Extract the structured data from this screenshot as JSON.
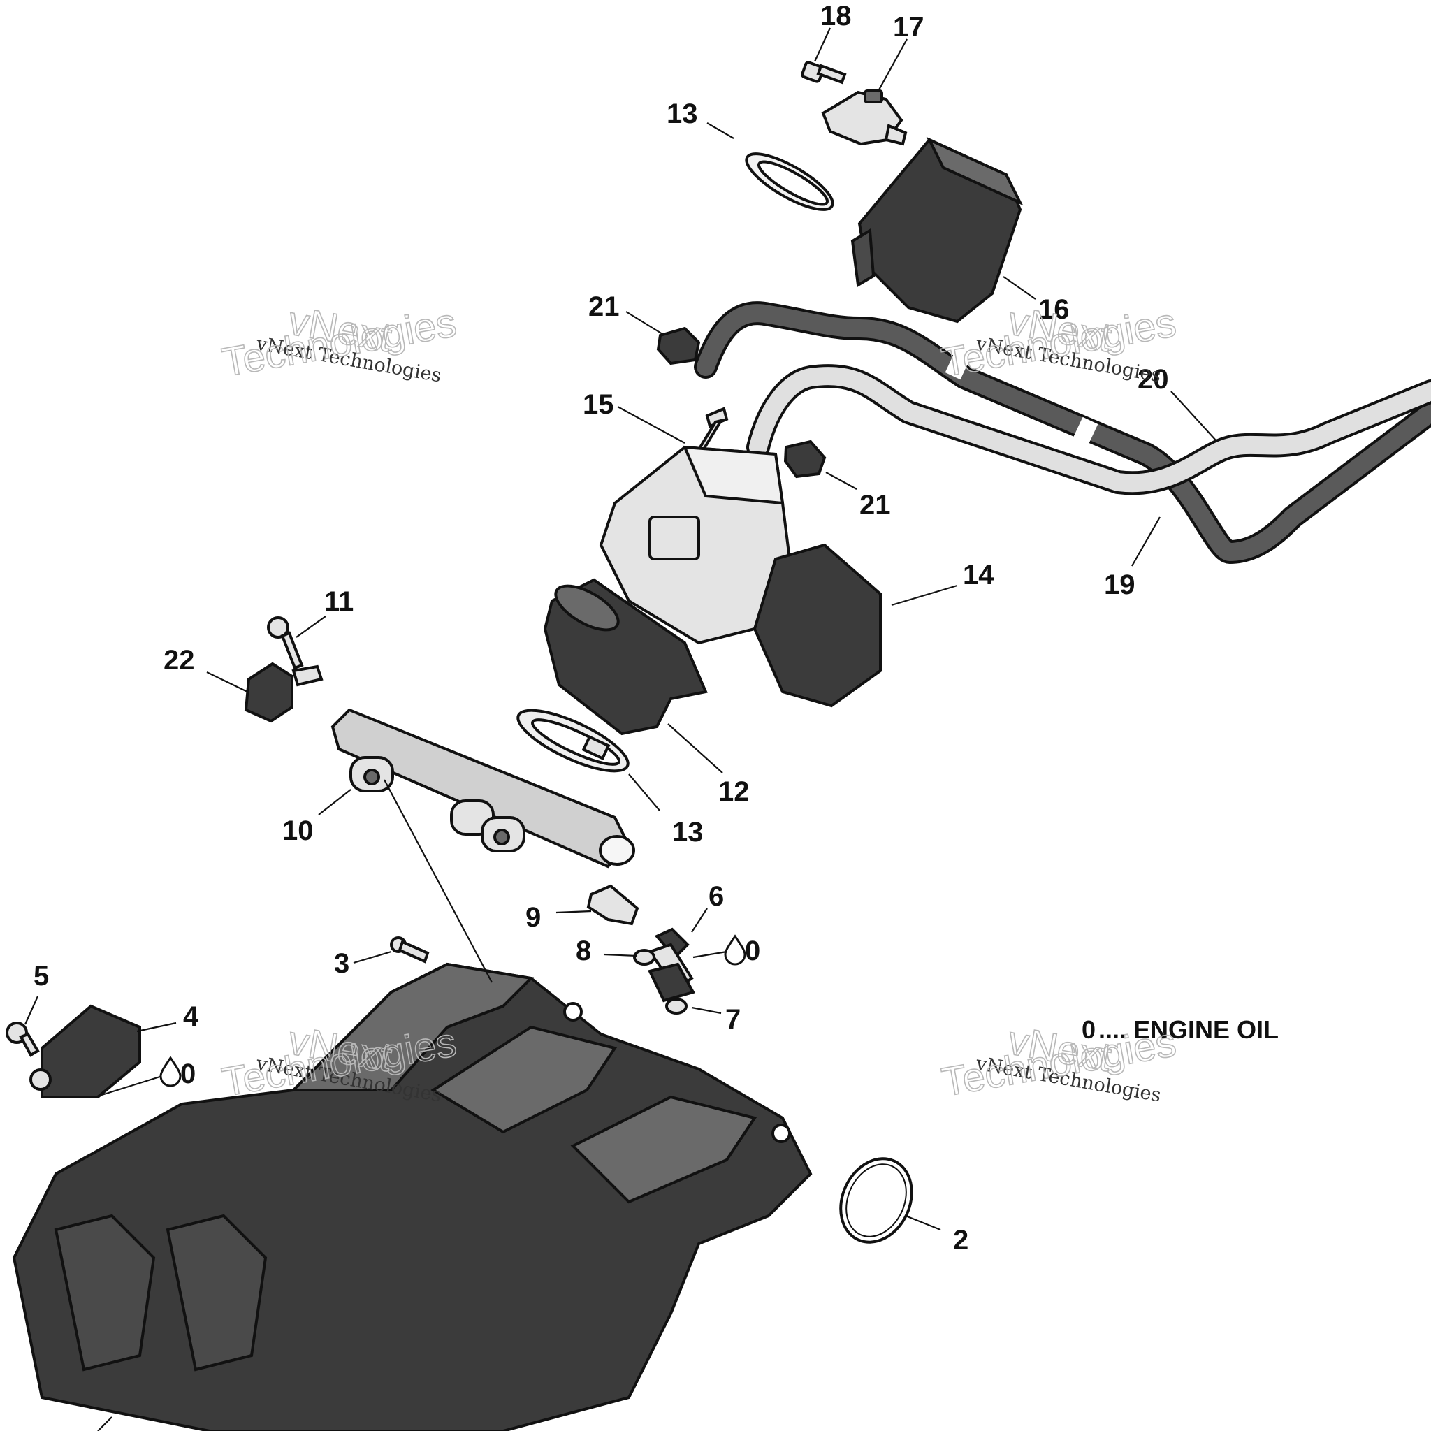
{
  "callouts": [
    {
      "id": "c18",
      "label": "18"
    },
    {
      "id": "c17",
      "label": "17"
    },
    {
      "id": "c13a",
      "label": "13"
    },
    {
      "id": "c16",
      "label": "16"
    },
    {
      "id": "c21a",
      "label": "21"
    },
    {
      "id": "c20",
      "label": "20"
    },
    {
      "id": "c15",
      "label": "15"
    },
    {
      "id": "c21b",
      "label": "21"
    },
    {
      "id": "c14",
      "label": "14"
    },
    {
      "id": "c19",
      "label": "19"
    },
    {
      "id": "c11",
      "label": "11"
    },
    {
      "id": "c22",
      "label": "22"
    },
    {
      "id": "c12",
      "label": "12"
    },
    {
      "id": "c10",
      "label": "10"
    },
    {
      "id": "c13b",
      "label": "13"
    },
    {
      "id": "c6",
      "label": "6"
    },
    {
      "id": "c9",
      "label": "9"
    },
    {
      "id": "c8",
      "label": "8"
    },
    {
      "id": "c3",
      "label": "3"
    },
    {
      "id": "c7",
      "label": "7"
    },
    {
      "id": "c5",
      "label": "5"
    },
    {
      "id": "c4",
      "label": "4"
    },
    {
      "id": "c2",
      "label": "2"
    }
  ],
  "oil_marks": [
    {
      "id": "o6",
      "label": "0"
    },
    {
      "id": "o4",
      "label": "0"
    }
  ],
  "legend": {
    "symbol": "0",
    "text": ".... ENGINE OIL"
  },
  "watermarks": [
    {
      "id": "w1",
      "small": "vNext Technologies",
      "big_top": "vNext",
      "big_bottom": "Technologies"
    },
    {
      "id": "w2",
      "small": "vNext Technologies",
      "big_top": "vNext",
      "big_bottom": "Technologies"
    },
    {
      "id": "w3",
      "small": "vNext Technologies",
      "big_top": "vNext",
      "big_bottom": "Technologies"
    },
    {
      "id": "w4",
      "small": "vNext Technologies",
      "big_top": "vNext",
      "big_bottom": "Technologies"
    }
  ]
}
